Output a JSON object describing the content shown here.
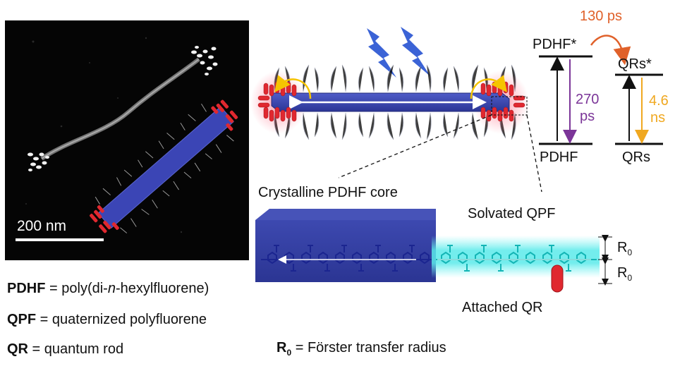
{
  "micrograph": {
    "scale_bar_label": "200 nm"
  },
  "energy_diagram": {
    "pdhf_excited": "PDHF*",
    "pdhf_ground": "PDHF",
    "qrs_excited": "QRs*",
    "qrs_ground": "QRs",
    "transfer_time": "130 ps",
    "pdhf_decay_value": "270",
    "pdhf_decay_unit": "ps",
    "qrs_decay_value": "4.6",
    "qrs_decay_unit": "ns",
    "colors": {
      "transfer": "#e0612a",
      "pdhf_decay": "#7b3598",
      "qrs_decay": "#f0a820",
      "excitation": "#111111"
    }
  },
  "schematic": {
    "core_label": "Crystalline PDHF core",
    "solvated_label": "Solvated QPF",
    "attached_label": "Attached QR",
    "r0_upper": "R",
    "r0_upper_sub": "0",
    "r0_lower": "R",
    "r0_lower_sub": "0",
    "colors": {
      "core": "#3a46a8",
      "shell": "#3fe0e0",
      "qr": "#e0282f"
    }
  },
  "legend": {
    "pdhf": {
      "term": "PDHF",
      "eq": " = ",
      "def_a": "poly(di-",
      "def_italic": "n",
      "def_b": "-hexylfluorene)"
    },
    "qpf": {
      "term": "QPF",
      "eq": " = ",
      "def": "quaternized polyfluorene"
    },
    "qr": {
      "term": "QR",
      "eq": " = ",
      "def": "quantum rod"
    },
    "r0": {
      "term": "R",
      "sub": "0",
      "eq": " = ",
      "def": "Förster transfer radius"
    }
  }
}
